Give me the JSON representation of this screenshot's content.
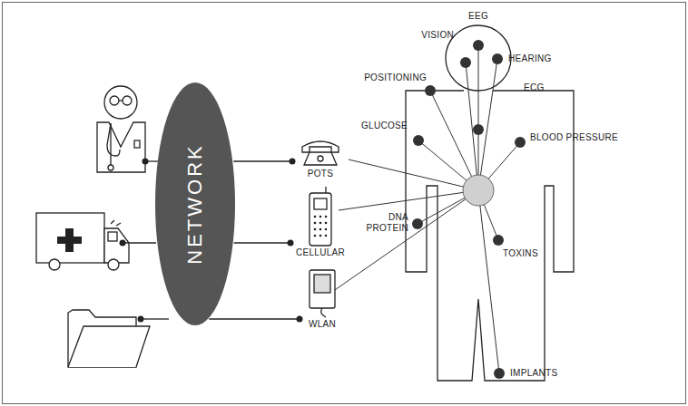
{
  "diagram": {
    "nodes": [
      {
        "text": [
          "NETWORK"
        ]
      },
      {
        "text": [
          "POTS"
        ]
      },
      {
        "text": [
          "CELLULAR"
        ]
      },
      {
        "text": [
          "WLAN"
        ]
      }
    ],
    "edges": [
      {
        "from": 0,
        "to": 1,
        "arrow": "none"
      },
      {
        "from": 0,
        "to": 2,
        "arrow": "none"
      },
      {
        "from": 0,
        "to": 3,
        "arrow": "none"
      }
    ],
    "labels": [
      "EEG",
      "VISION",
      "HEARING",
      "POSITIONING",
      "ECG",
      "GLUCOSE",
      "BLOOD PRESSURE",
      "DNA PROTEIN",
      "TOXINS",
      "IMPLANTS"
    ]
  }
}
